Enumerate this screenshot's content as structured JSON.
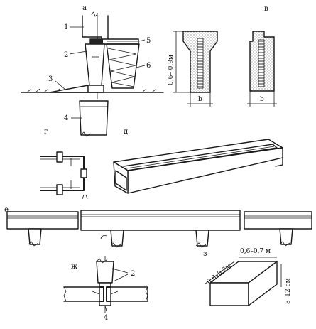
{
  "panel_labels": {
    "a": "а",
    "v": "в",
    "g": "г",
    "d": "д",
    "e": "е",
    "zh": "ж",
    "z": "з"
  },
  "callouts": {
    "n1": "1",
    "n2": "2",
    "n3": "3",
    "n4": "4",
    "n5": "5",
    "n6": "6",
    "zh_n2": "2",
    "zh_n4": "4"
  },
  "dimensions": {
    "height_section": "0,6– 0,9м",
    "width_b1": "b",
    "width_b2": "b",
    "slab_side": "0,6–0,7м",
    "slab_length": "0,6–0,7 м",
    "slab_thickness": "8–12 см"
  }
}
